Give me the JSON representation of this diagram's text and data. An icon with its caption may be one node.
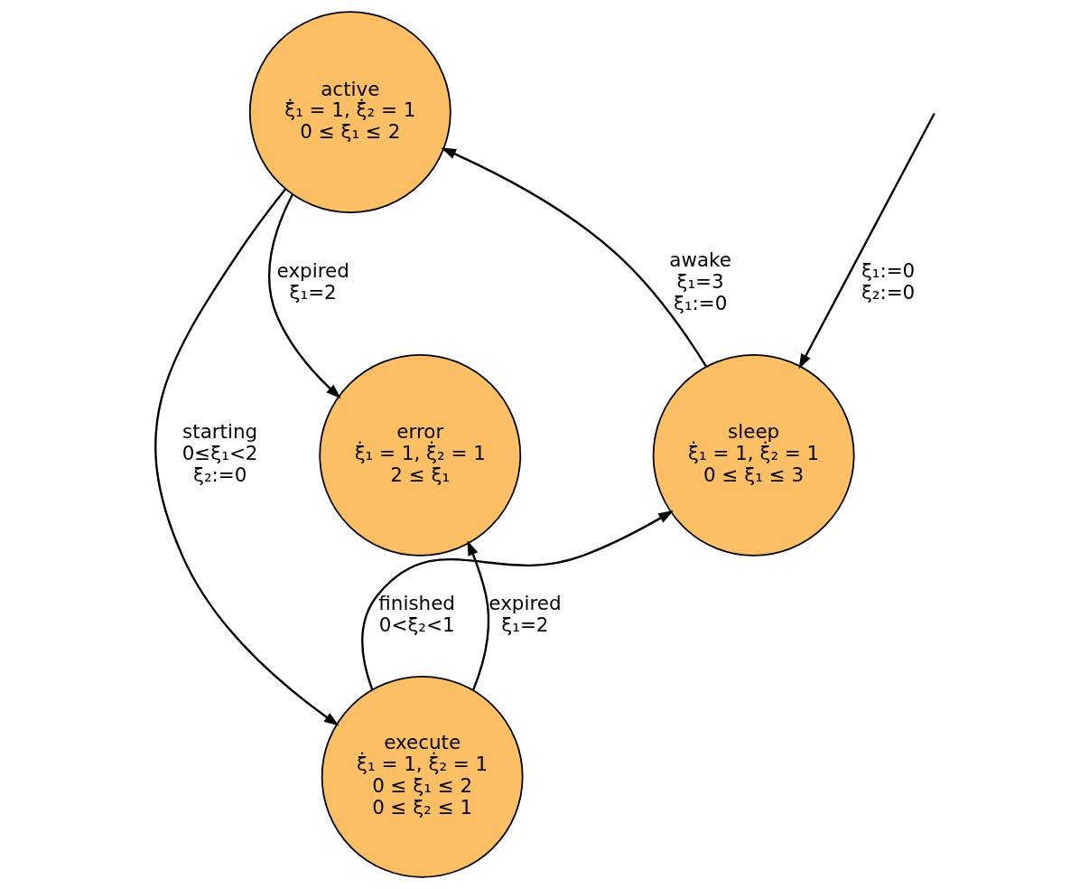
{
  "diagram": {
    "nodes": [
      {
        "text": [
          "active",
          "ξ̇₁ = 1, ξ̇₂ = 1",
          "0 ≤ ξ₁ ≤ 2"
        ]
      },
      {
        "text": [
          "sleep",
          "ξ̇₁ = 1, ξ̇₂ = 1",
          "0 ≤ ξ₁ ≤ 3"
        ]
      },
      {
        "text": [
          "error",
          "ξ̇₁ = 1, ξ̇₂ = 1",
          "2 ≤ ξ₁"
        ]
      },
      {
        "text": [
          "execute",
          "ξ̇₁ = 1, ξ̇₂ = 1",
          "0 ≤ ξ₁ ≤ 2",
          "0 ≤ ξ₂ ≤ 1"
        ]
      }
    ],
    "edges": [
      {
        "from": null,
        "to": 1,
        "arrow": "to",
        "label": "ξ₁:=0 ξ₂:=0"
      },
      {
        "from": 1,
        "to": 0,
        "arrow": "to",
        "label": "awake ξ₁=3 ξ₁:=0"
      },
      {
        "from": 0,
        "to": 2,
        "arrow": "to",
        "label": "expired ξ₁=2"
      },
      {
        "from": 0,
        "to": 3,
        "arrow": "to",
        "label": "starting 0≤ξ₁<2 ξ₂:=0"
      },
      {
        "from": 3,
        "to": 1,
        "arrow": "to",
        "label": "finished 0<ξ₂<1"
      },
      {
        "from": 3,
        "to": 2,
        "arrow": "to",
        "label": "expired ξ₁=2"
      }
    ]
  }
}
